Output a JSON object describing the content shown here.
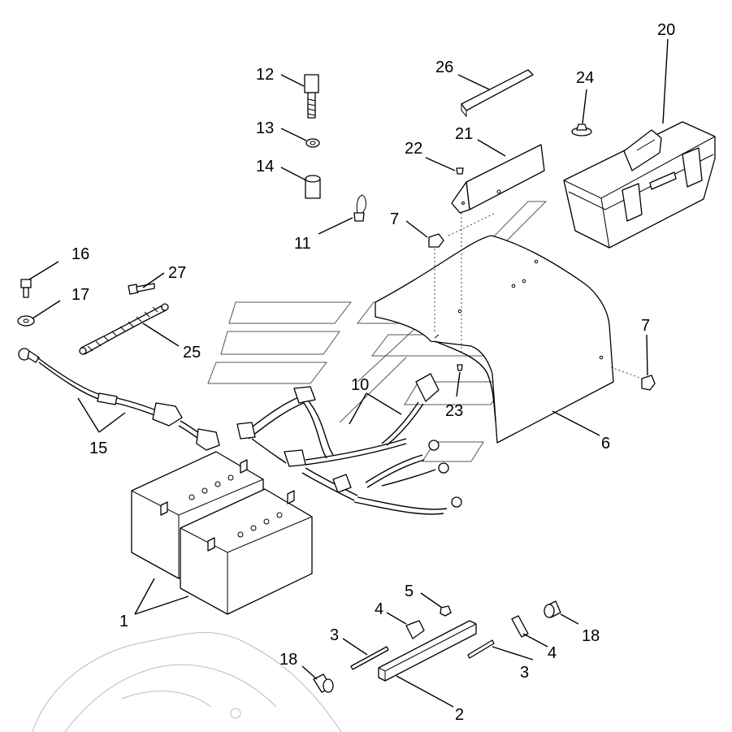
{
  "diagram": {
    "callouts": [
      {
        "id": "c1",
        "text": "1"
      },
      {
        "id": "c2",
        "text": "2"
      },
      {
        "id": "c3a",
        "text": "3"
      },
      {
        "id": "c3b",
        "text": "3"
      },
      {
        "id": "c4a",
        "text": "4"
      },
      {
        "id": "c4b",
        "text": "4"
      },
      {
        "id": "c5",
        "text": "5"
      },
      {
        "id": "c6",
        "text": "6"
      },
      {
        "id": "c7a",
        "text": "7"
      },
      {
        "id": "c7b",
        "text": "7"
      },
      {
        "id": "c10",
        "text": "10"
      },
      {
        "id": "c11",
        "text": "11"
      },
      {
        "id": "c12",
        "text": "12"
      },
      {
        "id": "c13",
        "text": "13"
      },
      {
        "id": "c14",
        "text": "14"
      },
      {
        "id": "c15",
        "text": "15"
      },
      {
        "id": "c16",
        "text": "16"
      },
      {
        "id": "c17",
        "text": "17"
      },
      {
        "id": "c18a",
        "text": "18"
      },
      {
        "id": "c18b",
        "text": "18"
      },
      {
        "id": "c20",
        "text": "20"
      },
      {
        "id": "c21",
        "text": "21"
      },
      {
        "id": "c22",
        "text": "22"
      },
      {
        "id": "c23",
        "text": "23"
      },
      {
        "id": "c24",
        "text": "24"
      },
      {
        "id": "c25",
        "text": "25"
      },
      {
        "id": "c26",
        "text": "26"
      },
      {
        "id": "c27",
        "text": "27"
      }
    ]
  }
}
